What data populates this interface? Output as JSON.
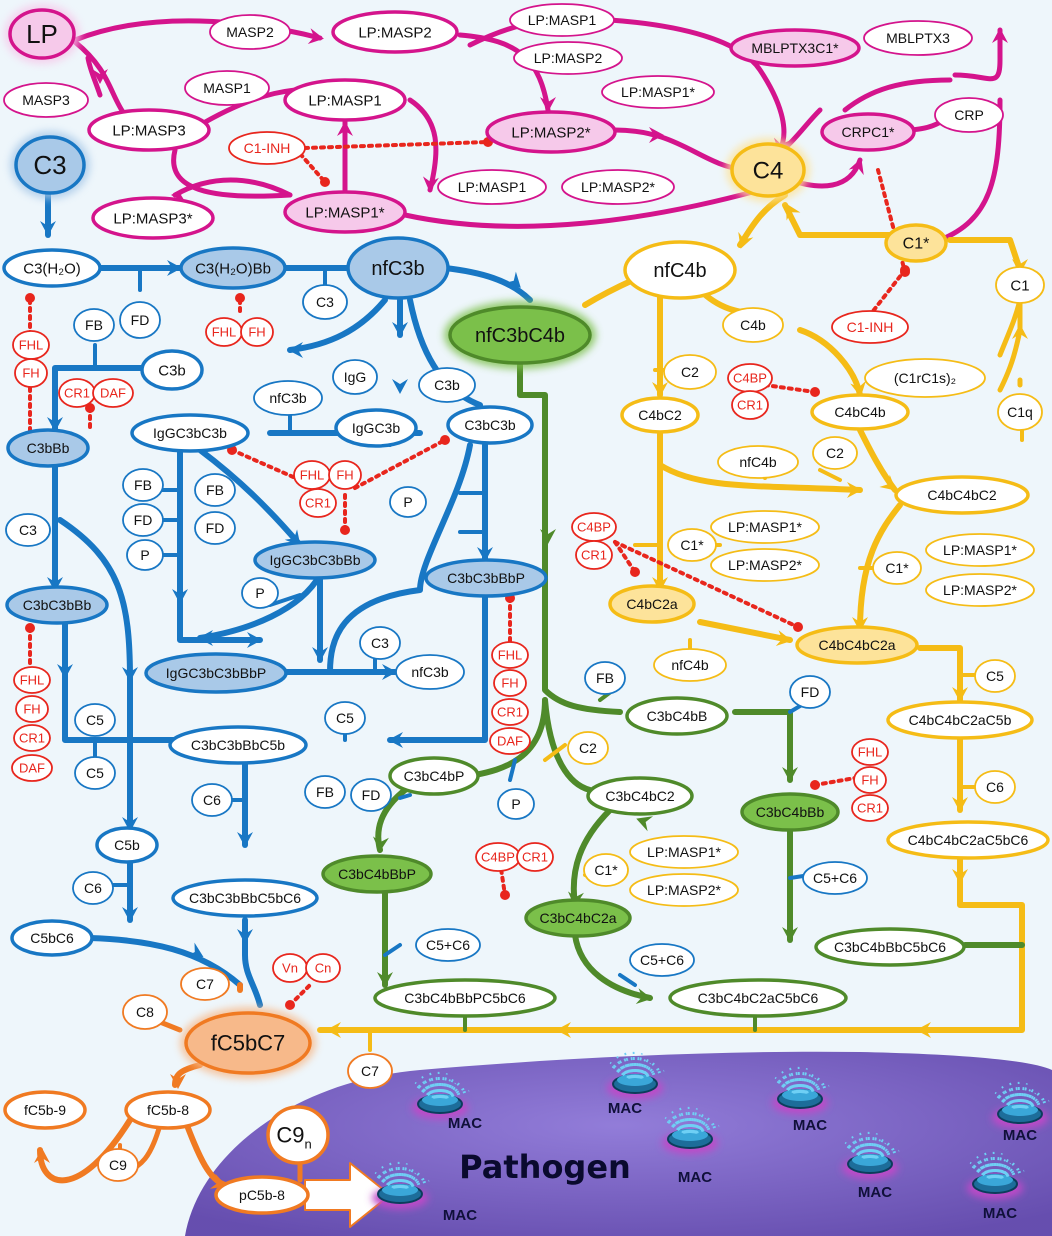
{
  "colors": {
    "lp": "#d4148c",
    "lp_fill": "#f6c9ea",
    "c3": "#1877c4",
    "c3_fill": "#a9c9e8",
    "c4": "#f5bc16",
    "c4_fill": "#fde39a",
    "c3c4": "#4f8a2a",
    "c3c4_fill": "#7bc04a",
    "mac": "#f07a22",
    "mac_fill": "#f7b98a",
    "inhibitor": "#e8261d",
    "pathogen": "#6a4fb8",
    "background": "#eef6fb"
  },
  "labels": {
    "LP": "LP",
    "C3": "C3",
    "C4": "C4",
    "MASP2": "MASP2",
    "LP_MASP2": "LP:MASP2",
    "LP_MASP1_a": "LP:MASP1",
    "LP_MASP2_a": "LP:MASP2",
    "LP_MASP1s_a": "LP:MASP1*",
    "MBLPTX3C1s": "MBLPTX3C1*",
    "MBLPTX3": "MBLPTX3",
    "MASP1": "MASP1",
    "MASP3": "MASP3",
    "LP_MASP1": "LP:MASP1",
    "LP_MASP3": "LP:MASP3",
    "LP_MASP2s": "LP:MASP2*",
    "C1INH_top": "C1-INH",
    "CRPC1s": "CRPC1*",
    "CRP": "CRP",
    "LP_MASP1_b": "LP:MASP1",
    "LP_MASP2s_b": "LP:MASP2*",
    "LP_MASP3s": "LP:MASP3*",
    "LP_MASP1s": "LP:MASP1*",
    "C1s": "C1*",
    "C3H2O": "C3(H₂O)",
    "C3H2OBb": "C3(H₂O)Bb",
    "nfC3b": "nfC3b",
    "nfC4b": "nfC4b",
    "C1": "C1",
    "FB_1": "FB",
    "FD_1": "FD",
    "C3_small": "C3",
    "FHL_1": "FHL",
    "FH_1": "FH",
    "nfC3bC4b": "nfC3bC4b",
    "C1INH_right": "C1-INH",
    "C4b": "C4b",
    "FHL_2": "FHL",
    "FH_2": "FH",
    "C3b_1": "C3b",
    "CR1_1": "CR1",
    "DAF_1": "DAF",
    "IgG": "IgG",
    "C3b_2": "C3b",
    "C2_1": "C2",
    "C4BP_1": "C4BP",
    "CR1_2": "CR1",
    "C1rC1s2": "(C1rC1s)₂",
    "nfC3b_2": "nfC3b",
    "C3bBb": "C3bBb",
    "IgGC3bC3b": "IgGC3bC3b",
    "IgGC3b": "IgGC3b",
    "C3bC3b": "C3bC3b",
    "C4bC2": "C4bC2",
    "C4bC4b": "C4bC4b",
    "C1q": "C1q",
    "FHL_3": "FHL",
    "FH_3": "FH",
    "CR1_3": "CR1",
    "FB_2": "FB",
    "FD_2": "FD",
    "FB_3": "FB",
    "FD_3": "FD",
    "P_1": "P",
    "P_2": "P",
    "nfC4b_2": "nfC4b",
    "C2_2": "C2",
    "C4bC4bC2": "C4bC4bC2",
    "C3_left": "C3",
    "C4BP_2": "C4BP",
    "CR1_4": "CR1",
    "C1s_2": "C1*",
    "LP_MASP1s_2": "LP:MASP1*",
    "LP_MASP2s_2": "LP:MASP2*",
    "IgGC3bC3bBb": "IgGC3bC3bBb",
    "C3bC3bBbP": "C3bC3bBbP",
    "C1s_3": "C1*",
    "LP_MASP1s_3": "LP:MASP1*",
    "LP_MASP2s_3": "LP:MASP2*",
    "C3bC3bBb": "C3bC3bBb",
    "P_3": "P",
    "C4bC2a": "C4bC2a",
    "C4bC4bC2a": "C4bC4bC2a",
    "IgGC3bC3bBbP": "IgGC3bC3bBbP",
    "C3_mid": "C3",
    "nfC3b_3": "nfC3b",
    "FHL_4": "FHL",
    "FH_4": "FH",
    "CR1_5": "CR1",
    "DAF_2": "DAF",
    "FHL_5": "FHL",
    "FH_5": "FH",
    "CR1_6": "CR1",
    "DAF_3": "DAF",
    "nfC4b_3": "nfC4b",
    "FB_4": "FB",
    "C5_1": "C5",
    "C5_2": "C5",
    "C3bC3bBbC5b": "C3bC3bBbC5b",
    "C3bC4bB": "C3bC4bB",
    "FD_4": "FD",
    "C4bC4bC2aC5b": "C4bC4bC2aC5b",
    "C5_right": "C5",
    "C5_3": "C5",
    "C3bC4bP": "C3bC4bP",
    "C2_3": "C2",
    "FHL_6": "FHL",
    "FH_6": "FH",
    "CR1_7": "CR1",
    "C6_1": "C6",
    "FB_5": "FB",
    "FD_5": "FD",
    "P_4": "P",
    "C3bC4bC2": "C3bC4bC2",
    "C6_right": "C6",
    "C3bC4bBb": "C3bC4bBb",
    "C5b": "C5b",
    "C4bC4bC2aC5bC6": "C4bC4bC2aC5bC6",
    "C4BP_3": "C4BP",
    "CR1_8": "CR1",
    "C1s_4": "C1*",
    "LP_MASP1s_4": "LP:MASP1*",
    "LP_MASP2s_4": "LP:MASP2*",
    "C6_2": "C6",
    "C3bC4bBbP": "C3bC4bBbP",
    "C5C6_1": "C5+C6",
    "C3bC3bBbC5bC6": "C3bC3bBbC5bC6",
    "C3bC4bC2a": "C3bC4bC2a",
    "C5bC6": "C5bC6",
    "C5C6_2": "C5+C6",
    "C3bC4bBbC5bC6": "C3bC4bBbC5bC6",
    "C5C6_3": "C5+C6",
    "C7_1": "C7",
    "Vn": "Vn",
    "Cn": "Cn",
    "C3bC4bBbPC5bC6": "C3bC4bBbPC5bC6",
    "C3bC4bC2aC5bC6": "C3bC4bC2aC5bC6",
    "C8": "C8",
    "fC5bC7": "fC5bC7",
    "C7_2": "C7",
    "fC5b9": "fC5b-9",
    "fC5b8": "fC5b-8",
    "C9n": "C9",
    "C9n_sub": "n",
    "C9": "C9",
    "pC5b8": "pC5b-8",
    "Pathogen": "Pathogen",
    "MAC": "MAC"
  }
}
